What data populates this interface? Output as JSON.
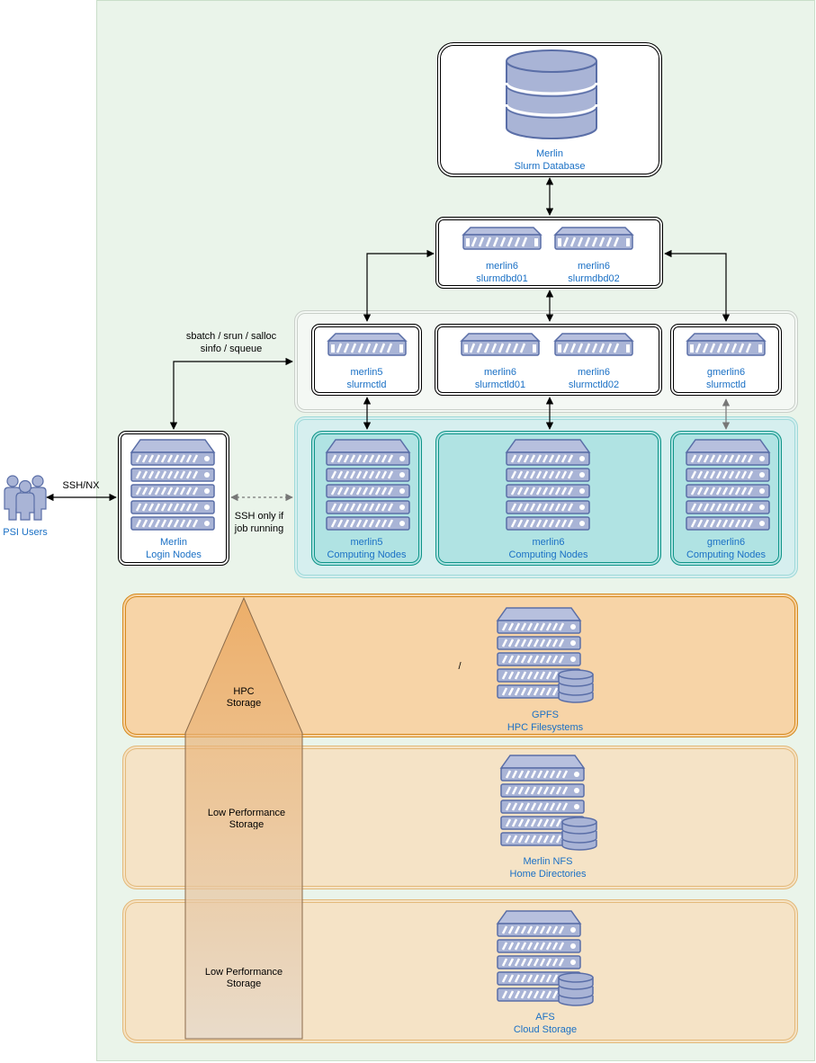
{
  "users": {
    "label": "PSI Users"
  },
  "links": {
    "ssh_nx": "SSH/NX",
    "slurm_cmds_line1": "sbatch / srun / salloc",
    "slurm_cmds_line2": "sinfo / squeue",
    "ssh_only_line1": "SSH only if",
    "ssh_only_line2": "job running"
  },
  "database": {
    "line1": "Merlin",
    "line2": "Slurm Database"
  },
  "slurmdbd": [
    {
      "line1": "merlin6",
      "line2": "slurmdbd01"
    },
    {
      "line1": "merlin6",
      "line2": "slurmdbd02"
    }
  ],
  "controllers": {
    "merlin5": {
      "line1": "merlin5",
      "line2": "slurmctld"
    },
    "merlin6a": {
      "line1": "merlin6",
      "line2": "slurmctld01"
    },
    "merlin6b": {
      "line1": "merlin6",
      "line2": "slurmctld02"
    },
    "gmerlin6": {
      "line1": "gmerlin6",
      "line2": "slurmctld"
    }
  },
  "login": {
    "line1": "Merlin",
    "line2": "Login Nodes"
  },
  "computing": {
    "merlin5": {
      "line1": "merlin5",
      "line2": "Computing Nodes"
    },
    "merlin6": {
      "line1": "merlin6",
      "line2": "Computing Nodes"
    },
    "gmerlin6": {
      "line1": "gmerlin6",
      "line2": "Computing Nodes"
    }
  },
  "storage": {
    "gpfs": {
      "line1": "GPFS",
      "line2": "HPC Filesystems",
      "slash": "/"
    },
    "nfs": {
      "line1": "Merlin NFS",
      "line2": "Home Directories"
    },
    "afs": {
      "line1": "AFS",
      "line2": "Cloud Storage"
    }
  },
  "arrow": {
    "hpc_line1": "HPC",
    "hpc_line2": "Storage",
    "low1_line1": "Low Performance",
    "low1_line2": "Storage",
    "low2_line1": "Low Performance",
    "low2_line2": "Storage"
  },
  "colors": {
    "background_green": "#eaf4ea",
    "teal": "#b0e3e3",
    "orange_gpfs": "#f7d4a7",
    "orange_light": "#f5e3c6",
    "server_fill": "#a9b4d6",
    "server_stroke": "#5a6ea7",
    "link_blue": "#1a70c5"
  }
}
